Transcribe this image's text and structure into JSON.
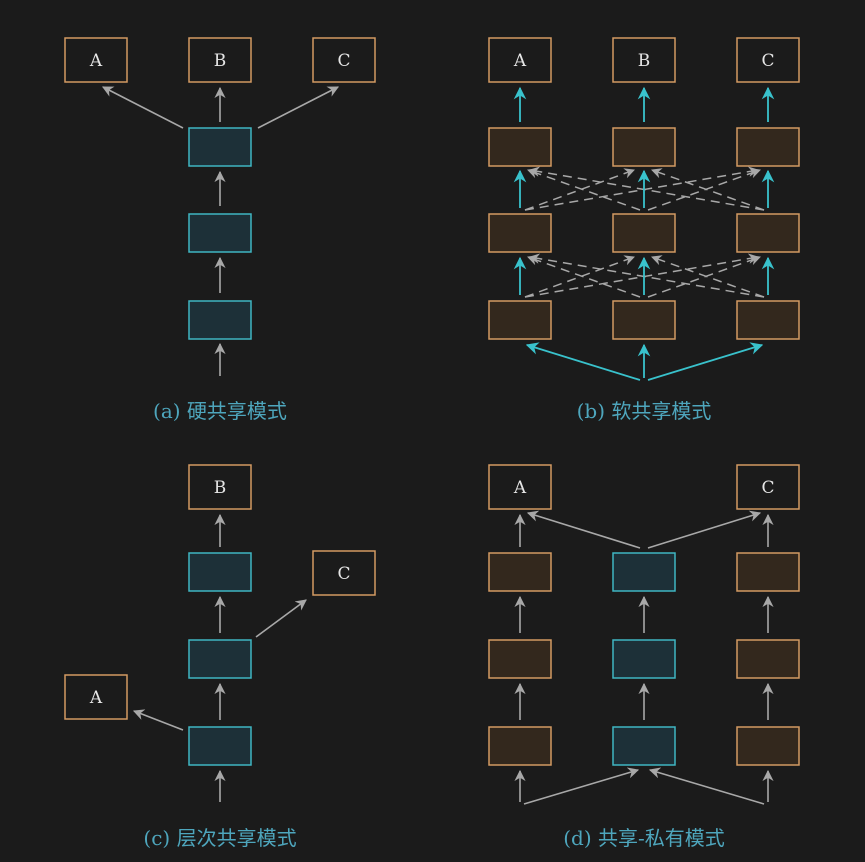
{
  "colors": {
    "background": "#1b1b1b",
    "task_stroke": "#d39a63",
    "task_fill": "#1b1b1b",
    "private_stroke": "#d39a63",
    "private_fill": "#33281d",
    "shared_stroke": "#3fb6c2",
    "shared_fill": "#1d3038",
    "arrow_gray": "#a8a8a8",
    "arrow_cyan": "#39c2cc",
    "caption": "#4ea6bd",
    "label": "#e6e6e6"
  },
  "tasks": {
    "a": "A",
    "b": "B",
    "c": "C"
  },
  "panels": {
    "a": {
      "caption": "(a) 硬共享模式"
    },
    "b": {
      "caption": "(b) 软共享模式"
    },
    "c": {
      "caption": "(c) 层次共享模式"
    },
    "d": {
      "caption": "(d) 共享-私有模式"
    }
  }
}
